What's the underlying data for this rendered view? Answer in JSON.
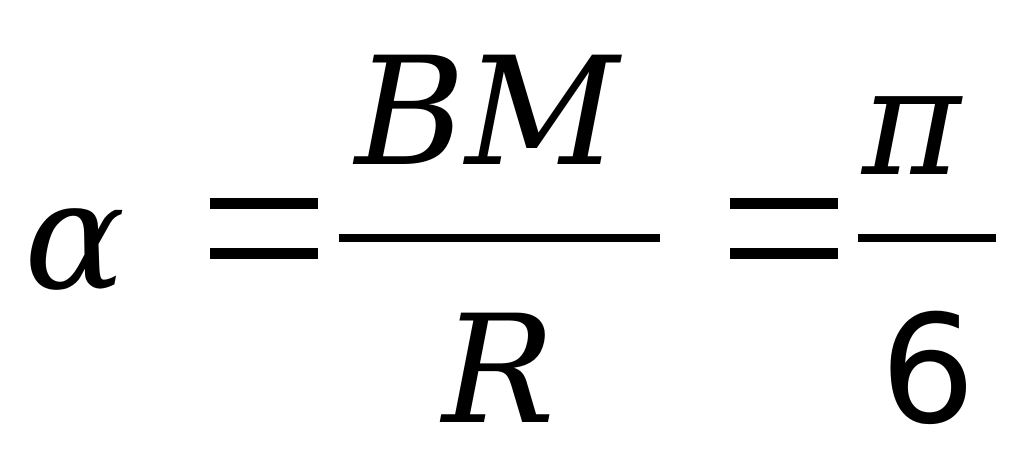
{
  "equation": {
    "lhs": "α",
    "fraction1": {
      "numerator": "BM",
      "denominator": "R"
    },
    "fraction2": {
      "numerator": "π",
      "denominator": "6"
    }
  }
}
